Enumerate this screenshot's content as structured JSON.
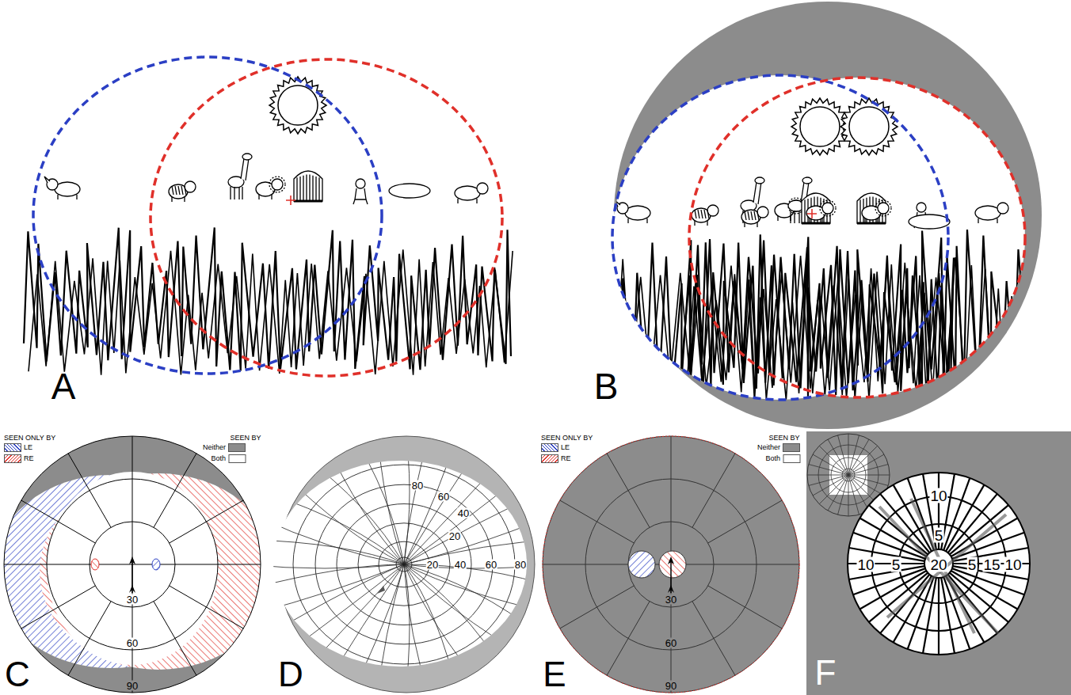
{
  "diagram": {
    "labels": [
      "A",
      "B",
      "C",
      "D",
      "E",
      "F",
      "SEEN ONLY BY",
      "SEEN BY",
      "30",
      "60",
      "90",
      "80",
      "60",
      "40",
      "20",
      "20",
      "40",
      "60",
      "80",
      "SEEN ONLY BY",
      "SEEN BY",
      "30",
      "60",
      "90",
      "10",
      "5",
      "10",
      "5",
      "20",
      "5",
      "15",
      "10"
    ],
    "legend": [
      {
        "text": "LE"
      },
      {
        "text": "RE"
      },
      {
        "text": "Neither",
        "color": "#8c8c8c"
      },
      {
        "text": "Both",
        "color": "#ffffff"
      },
      {
        "text": "LE"
      },
      {
        "text": "RE"
      },
      {
        "text": "Neither",
        "color": "#8c8c8c"
      },
      {
        "text": "Both",
        "color": "#ffffff"
      }
    ]
  }
}
